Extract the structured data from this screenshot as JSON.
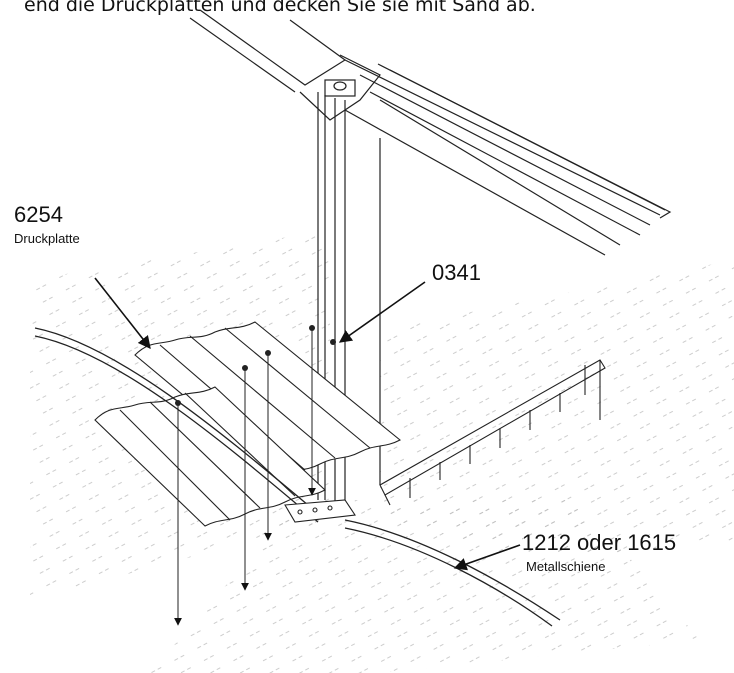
{
  "instruction_text": "end die Druckplatten und decken Sie sie mit Sand ab.",
  "labels": {
    "part_6254": {
      "number": "6254",
      "name": "Druckplatte"
    },
    "part_0341": {
      "number": "0341"
    },
    "part_1212": {
      "number": "1212 oder 1615",
      "name": "Metallschiene"
    }
  }
}
